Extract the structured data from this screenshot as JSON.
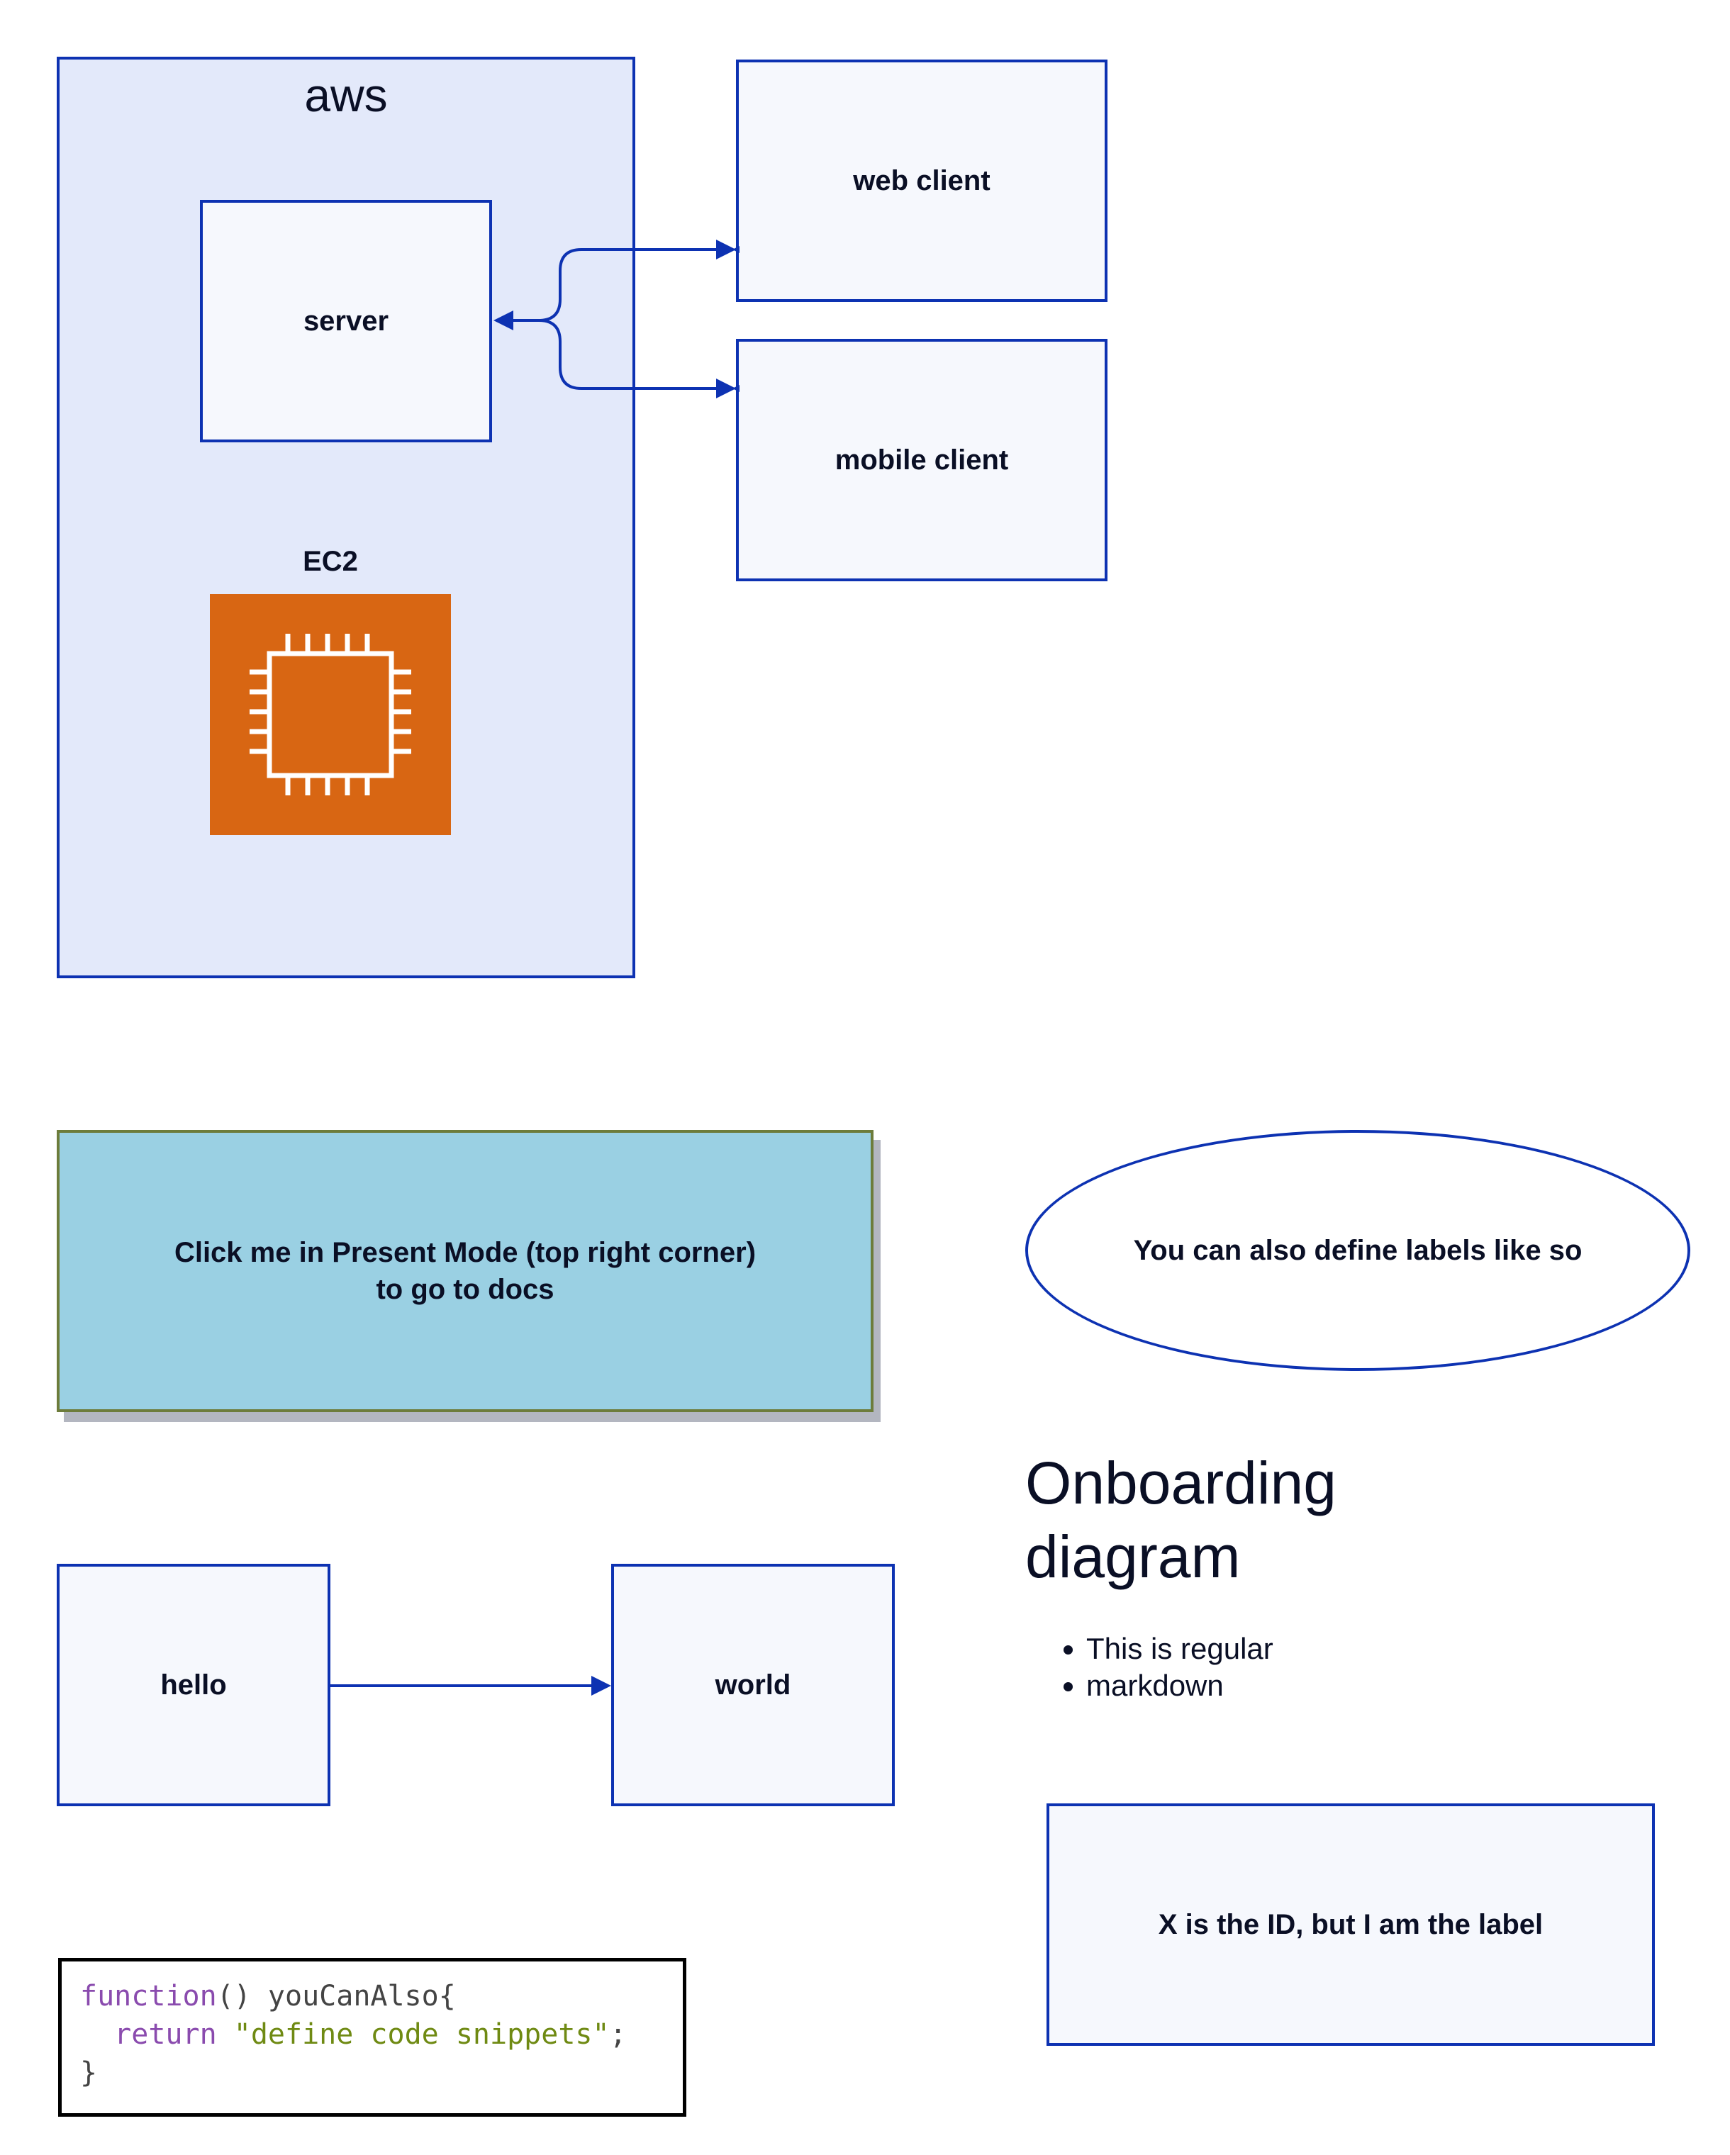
{
  "aws": {
    "label": "aws"
  },
  "nodes": {
    "server": "server",
    "web_client": "web client",
    "mobile_client": "mobile client",
    "ec2": "EC2",
    "docs_link": "Click me in Present Mode (top right corner)\nto go to docs",
    "ellipse_label": "You can also define labels like so",
    "hello": "hello",
    "world": "world",
    "x_label": "X is the ID, but I am the label"
  },
  "markdown": {
    "title": "Onboarding diagram",
    "items": [
      "This is regular",
      "markdown"
    ]
  },
  "code": {
    "line1_keyword": "function",
    "line1_rest": "() youCanAlso{",
    "line2_keyword": "return",
    "line2_string": "\"define code snippets\"",
    "line2_end": ";",
    "line3": "}"
  },
  "colors": {
    "stroke": "#0d32b2",
    "container_fill": "#e3e9fa",
    "node_fill": "#f6f8fd",
    "ec2_orange": "#d86613",
    "docs_fill": "#9ad0e3",
    "docs_stroke": "#6d7c3b"
  },
  "icons": [
    "ec2-chip-icon"
  ]
}
